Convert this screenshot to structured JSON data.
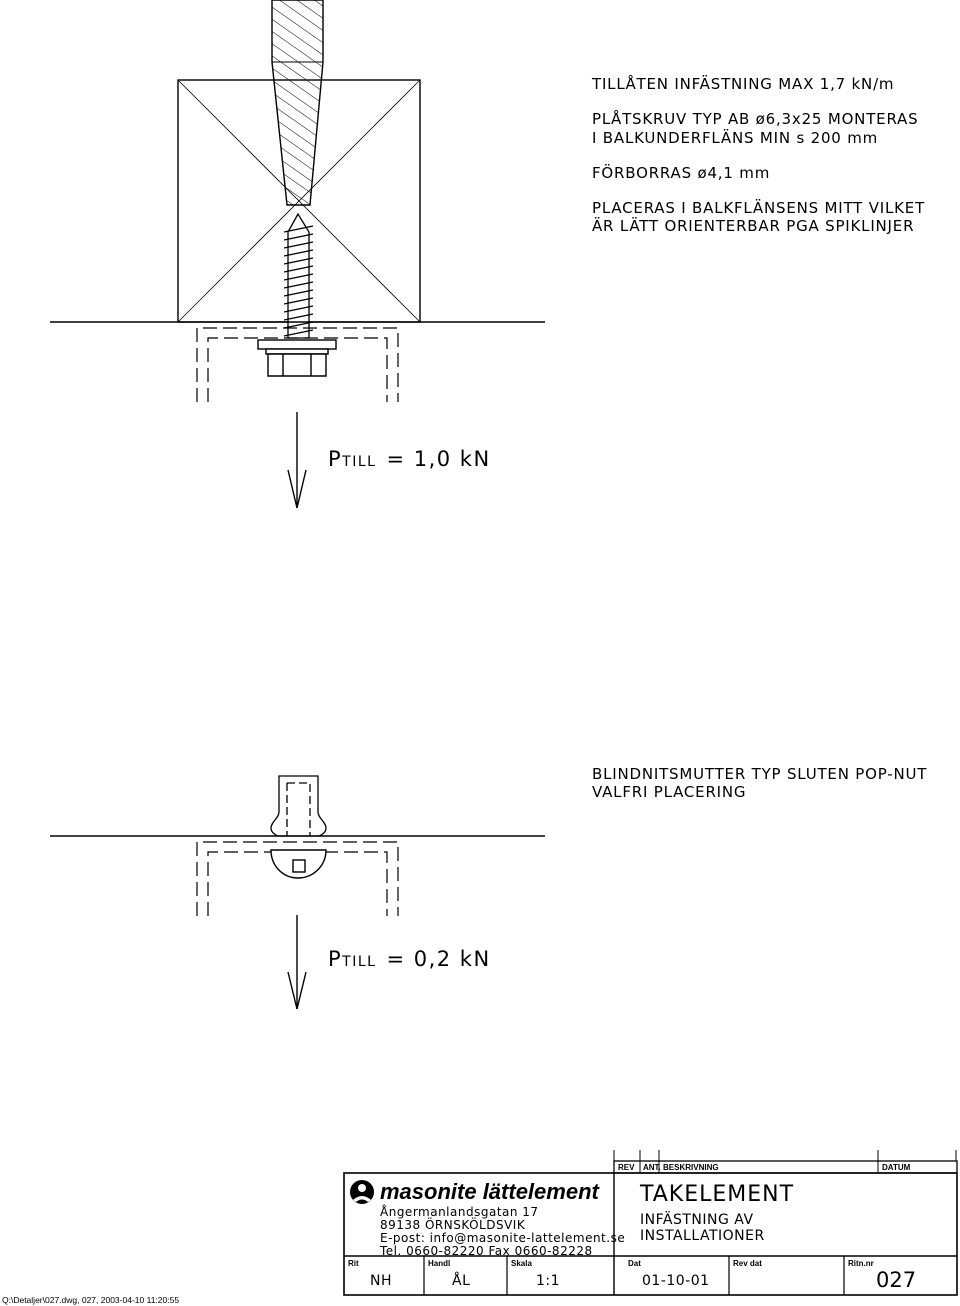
{
  "notes": {
    "line1": "TILLÅTEN INFÄSTNING MAX 1,7 kN/m",
    "line2": "PLÅTSKRUV TYP AB ø6,3x25 MONTERAS",
    "line3": "I BALKUNDERFLÄNS MIN s 200 mm",
    "line4": "FÖRBORRAS ø4,1 mm",
    "line5": "PLACERAS I BALKFLÄNSENS MITT VILKET",
    "line6": "ÄR LÄTT ORIENTERBAR PGA SPIKLINJER"
  },
  "load1": {
    "symbol": "P",
    "subscript": "TILL",
    "value": "= 1,0 kN"
  },
  "notes2": {
    "line1": "BLINDNITSMUTTER TYP SLUTEN POP-NUT",
    "line2": "VALFRI PLACERING"
  },
  "load2": {
    "symbol": "P",
    "subscript": "TILL",
    "value": "= 0,2 kN"
  },
  "titleblock": {
    "rev_header": "REV",
    "ant_header": "ANT.",
    "beskrivning_header": "BESKRIVNING",
    "datum_header": "DATUM",
    "company": "masonite lättelement",
    "address1": "Ångermanlandsgatan 17",
    "address2": "89138  ÖRNSKÖLDSVIK",
    "email": "E-post: info@masonite-lattelement.se",
    "phone": "Tel. 0660-82220    Fax 0660-82228",
    "title": "TAKELEMENT",
    "subtitle1": "INFÄSTNING AV",
    "subtitle2": "INSTALLATIONER",
    "rit_label": "Rit",
    "rit_value": "NH",
    "handl_label": "Handl",
    "handl_value": "ÅL",
    "skala_label": "Skala",
    "skala_value": "1:1",
    "dat_label": "Dat",
    "dat_value": "01-10-01",
    "revdat_label": "Rev dat",
    "ritnr_label": "Ritn.nr",
    "ritnr_value": "027"
  },
  "filepath": "Q:\\Detaljer\\027.dwg, 027, 2003-04-10 11:20:55"
}
